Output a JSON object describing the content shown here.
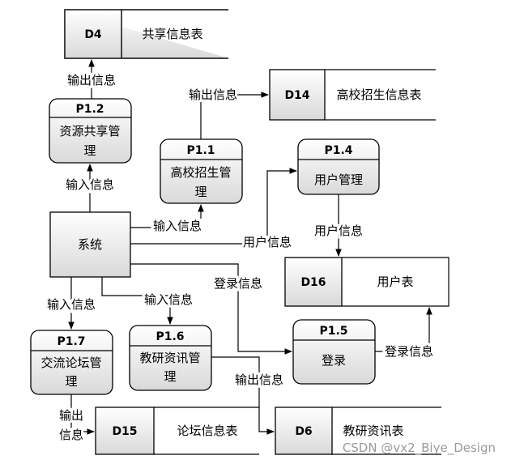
{
  "data_stores": {
    "d4": {
      "id": "D4",
      "name": "共享信息表"
    },
    "d14": {
      "id": "D14",
      "name": "高校招生信息表"
    },
    "d16": {
      "id": "D16",
      "name": "用户表"
    },
    "d15": {
      "id": "D15",
      "name": "论坛信息表"
    },
    "d6": {
      "id": "D6",
      "name": "教研资讯表"
    }
  },
  "processes": {
    "p12": {
      "id": "P1.2",
      "name_lines": [
        "资源共享管",
        "理"
      ]
    },
    "p11": {
      "id": "P1.1",
      "name_lines": [
        "高校招生管",
        "理"
      ]
    },
    "p14": {
      "id": "P1.4",
      "name_lines": [
        "用户管理"
      ]
    },
    "p17": {
      "id": "P1.7",
      "name_lines": [
        "交流论坛管",
        "理"
      ]
    },
    "p16": {
      "id": "P1.6",
      "name_lines": [
        "教研资讯管",
        "理"
      ]
    },
    "p15": {
      "id": "P1.5",
      "name_lines": [
        "登录"
      ]
    }
  },
  "entity": {
    "name": "系统"
  },
  "flows": {
    "out_p12": "输出信息",
    "in_p12": "输入信息",
    "out_p11": "输出信息",
    "in_p11": "输入信息",
    "user_info_p14": "用户信息",
    "user_info_d16": "用户信息",
    "login_info": "登录信息",
    "login_info_d16": "登录信息",
    "in_p17": "输入信息",
    "in_p16": "输入信息",
    "out_p16": "输出信息",
    "out_p17_lines": [
      "输出",
      "信息"
    ]
  },
  "watermark": "CSDN @vx2_Biye_Design"
}
